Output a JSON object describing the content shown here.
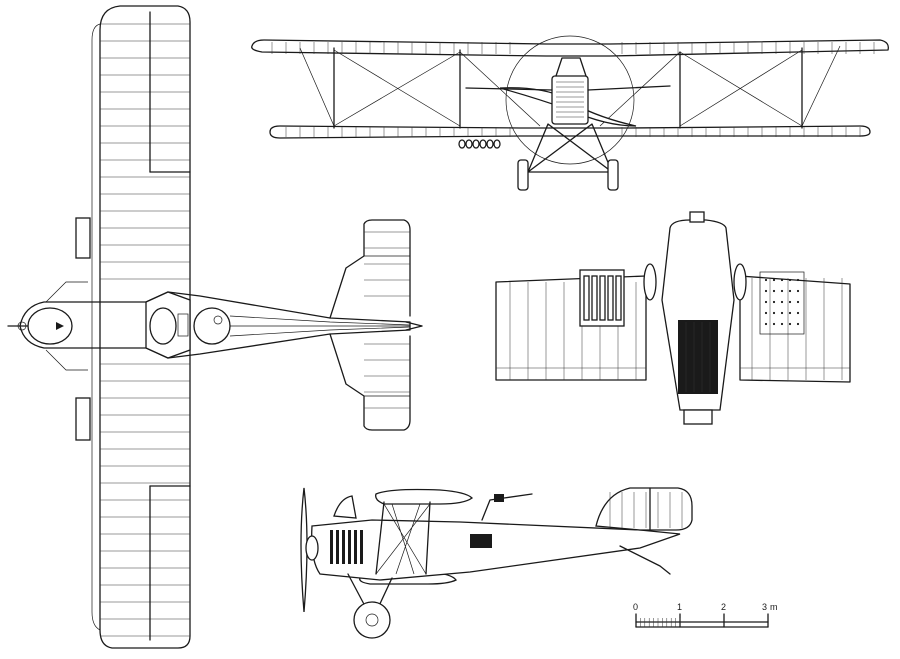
{
  "scale_bar": {
    "ticks": [
      "0",
      "1",
      "2",
      "3"
    ],
    "unit": "m"
  }
}
